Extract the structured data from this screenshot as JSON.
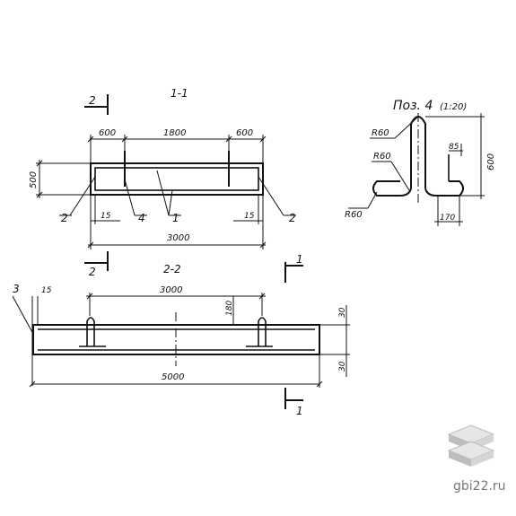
{
  "section_1": {
    "title": "1-1",
    "cut_mark": "2",
    "dims": {
      "top_left": "600",
      "top_mid": "1800",
      "top_right": "600",
      "height": "500",
      "inner_left": "15",
      "inner_right": "15",
      "total": "3000"
    },
    "callouts": {
      "left": "2",
      "rod": "4",
      "bars": "1",
      "right": "2"
    }
  },
  "section_2": {
    "title": "2-2",
    "cut_mark": "1",
    "dims": {
      "offset": "15",
      "span": "3000",
      "loop_height": "180",
      "top_cover": "30",
      "bottom_cover": "30",
      "total": "5000"
    },
    "callouts": {
      "left": "3"
    }
  },
  "detail": {
    "title": "Поз. 4",
    "scale": "(1:20)",
    "radius_labels": [
      "R60",
      "R60",
      "R60"
    ],
    "dims": {
      "hook": "85",
      "height": "600",
      "foot": "170"
    }
  },
  "watermark": {
    "text": "gbi22.ru"
  }
}
